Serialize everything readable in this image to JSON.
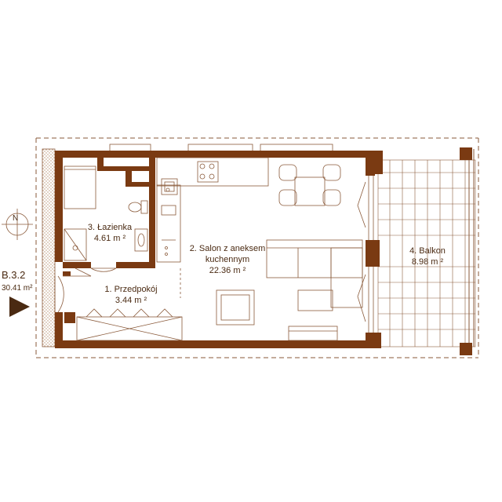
{
  "unit": {
    "code": "B.3.2",
    "total_area": "30.41 m²"
  },
  "compass": {
    "letter": "N"
  },
  "rooms": [
    {
      "id": "przedpokoj",
      "name": "1. Przedpokój",
      "area": "3.44 m ²"
    },
    {
      "id": "salon",
      "name": "2. Salon z aneksem",
      "name2": "kuchennym",
      "area": "22.36 m ²"
    },
    {
      "id": "lazienka",
      "name": "3. Łazienka",
      "area": "4.61 m ²"
    },
    {
      "id": "balkon",
      "name": "4. Balkon",
      "area": "8.98 m ²"
    }
  ],
  "colors": {
    "wall": "#7a3a12",
    "line": "#8a5a3a",
    "text": "#4a2a12",
    "hatch": "#b89070"
  }
}
